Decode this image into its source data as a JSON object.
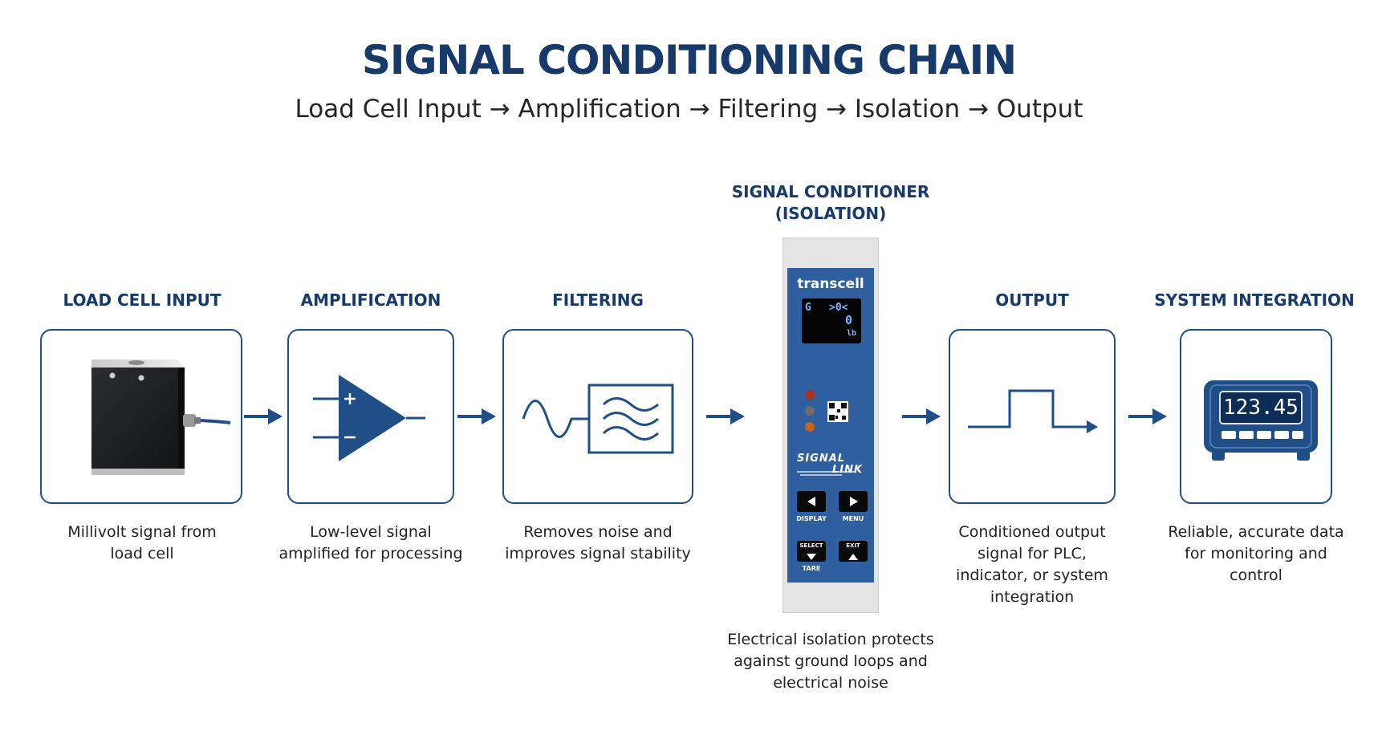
{
  "header": {
    "title": "SIGNAL CONDITIONING CHAIN",
    "subtitle": "Load Cell Input → Amplification → Filtering → Isolation → Output"
  },
  "steps": [
    {
      "title": "LOAD CELL INPUT",
      "desc": "Millivolt signal from load cell"
    },
    {
      "title": "AMPLIFICATION",
      "desc": "Low-level signal amplified for processing"
    },
    {
      "title": "FILTERING",
      "desc": "Removes noise and improves signal stability"
    },
    {
      "title": "SIGNAL CONDITIONER (ISOLATION)",
      "desc": "Electrical isolation protects against ground loops and electrical noise"
    },
    {
      "title": "OUTPUT",
      "desc": "Conditioned output signal for PLC, indicator, or system integration"
    },
    {
      "title": "SYSTEM INTEGRATION",
      "desc": "Reliable, accurate data for monitoring and control"
    }
  ],
  "device": {
    "brand": "transcell",
    "screen_g": "G",
    "screen_zero": ">0<",
    "screen_value": "0",
    "screen_unit": "lb",
    "logo_top": "SIGNAL",
    "logo_bottom": "LINK",
    "btn_display": "DISPLAY",
    "btn_menu": "MENU",
    "btn_select": "SELECT",
    "btn_exit": "EXIT",
    "btn_tare": "TARE",
    "led_colors": [
      "#a8341f",
      "#6b6b6b",
      "#c6641c"
    ]
  },
  "indicator": {
    "reading": "123.45"
  },
  "colors": {
    "navy": "#173a6b",
    "accent": "#1f4f86",
    "device_blue": "#2f5f9e"
  }
}
